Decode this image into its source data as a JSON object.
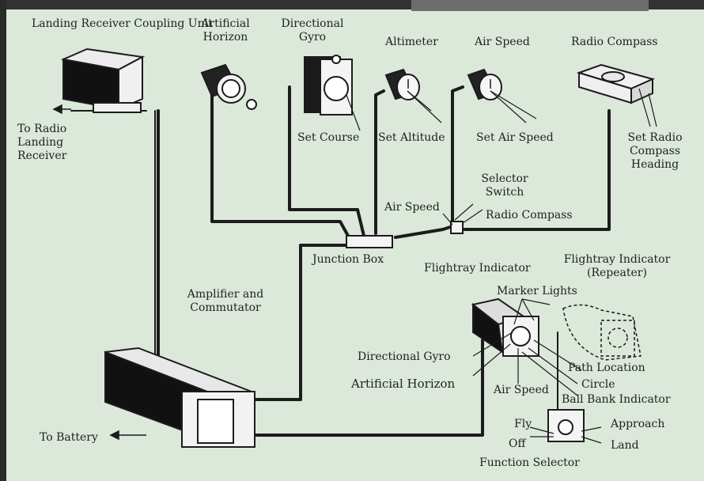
{
  "labels": {
    "landing_receiver_coupling_unit": "Landing Receiver Coupling Unit",
    "to_radio_landing_receiver": "To Radio Landing Receiver",
    "artificial_horizon_top": "Artificial Horizon",
    "directional_gyro_top": "Directional Gyro",
    "altimeter": "Altimeter",
    "air_speed_top": "Air Speed",
    "radio_compass_top": "Radio Compass",
    "set_course": "Set Course",
    "set_altitude": "Set Altitude",
    "set_air_speed": "Set Air Speed",
    "set_radio_compass_heading": "Set Radio Compass Heading",
    "selector_switch": "Selector Switch",
    "air_speed_selector": "Air Speed",
    "radio_compass_selector": "Radio Compass",
    "junction_box": "Junction Box",
    "flightray_indicator": "Flightray Indicator",
    "flightray_indicator_repeater": "Flightray Indicator (Repeater)",
    "marker_lights": "Marker Lights",
    "amplifier_and_commutator": "Amplifier and Commutator",
    "directional_gyro_bottom": "Directional Gyro",
    "artificial_horizon_bottom": "Artificial Horizon",
    "air_speed_bottom": "Air Speed",
    "path_location": "Path Location",
    "circle": "Circle",
    "ball_bank_indicator": "Ball Bank Indicator",
    "fly": "Fly",
    "off": "Off",
    "approach": "Approach",
    "land": "Land",
    "function_selector": "Function Selector",
    "to_battery": "To Battery"
  },
  "colors": {
    "background": "#dbe8da",
    "ink": "#1c1c1c"
  }
}
